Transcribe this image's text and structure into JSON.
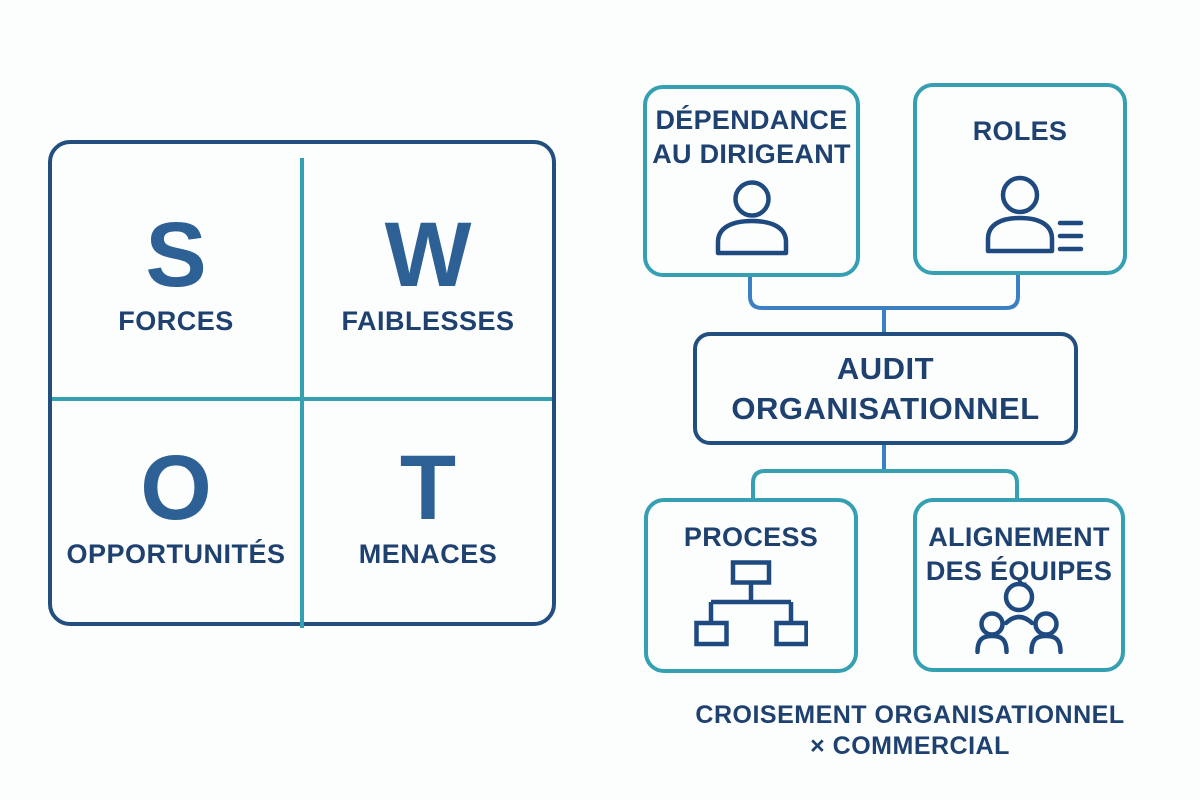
{
  "colors": {
    "navy_border": "#234f80",
    "navy_text": "#1e4170",
    "swot_letter_blue": "#2d6094",
    "teal": "#35a0b2",
    "connector_blue": "#3c80c4",
    "icon_stroke": "#1f4a80",
    "background": "#fcfdfd"
  },
  "swot": {
    "quadrants": [
      {
        "letter": "S",
        "label": "FORCES"
      },
      {
        "letter": "W",
        "label": "FAIBLESSES"
      },
      {
        "letter": "O",
        "label": "OPPORTUNITÉS"
      },
      {
        "letter": "T",
        "label": "MENACES"
      }
    ]
  },
  "org": {
    "boxes": {
      "dependance": {
        "lines": [
          "DÉPENDANCE",
          "AU DIRIGEANT"
        ],
        "icon": "person-icon"
      },
      "roles": {
        "lines": [
          "ROLES"
        ],
        "icon": "person-list-icon"
      },
      "audit": {
        "lines": [
          "AUDIT",
          "ORGANISATIONNEL"
        ]
      },
      "process": {
        "lines": [
          "PROCESS"
        ],
        "icon": "org-chart-icon"
      },
      "equipes": {
        "lines": [
          "ALIGNEMENT",
          "DES ÉQUIPES"
        ],
        "icon": "team-icon"
      }
    },
    "caption": {
      "line1": "CROISEMENT ORGANISATIONNEL",
      "line2": "× COMMERCIAL"
    }
  }
}
